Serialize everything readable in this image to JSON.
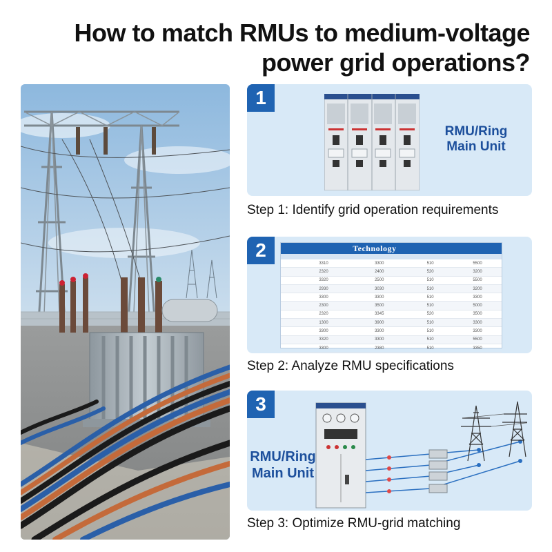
{
  "title": {
    "line1": "How to match RMUs to medium-voltage",
    "line2": "power grid operations?"
  },
  "steps": [
    {
      "number": "1",
      "caption": "Step 1: Identify grid operation requirements",
      "label_line1": "RMU/Ring",
      "label_line2": "Main Unit"
    },
    {
      "number": "2",
      "caption": "Step 2: Analyze RMU specifications"
    },
    {
      "number": "3",
      "caption": "Step 3: Optimize RMU-grid matching",
      "label_line1": "RMU/Ring",
      "label_line2": "Main Unit"
    }
  ],
  "spec_table": {
    "headers": [
      "Technology"
    ],
    "rows": [
      [
        "",
        "3310",
        "3300",
        "510",
        "5500"
      ],
      [
        "",
        "2320",
        "2400",
        "520",
        "3200"
      ],
      [
        "",
        "3320",
        "2500",
        "510",
        "5500"
      ],
      [
        "",
        "2930",
        "3030",
        "510",
        "3200"
      ],
      [
        "",
        "3300",
        "3300",
        "510",
        "3300"
      ],
      [
        "",
        "2300",
        "3500",
        "510",
        "5000"
      ],
      [
        "",
        "2320",
        "3345",
        "520",
        "3500"
      ],
      [
        "",
        "1300",
        "3900",
        "510",
        "3300"
      ],
      [
        "",
        "3300",
        "3300",
        "510",
        "3300"
      ],
      [
        "",
        "3320",
        "3300",
        "510",
        "5500"
      ],
      [
        "",
        "3300",
        "2380",
        "510",
        "3350"
      ]
    ]
  },
  "colors": {
    "accent": "#1f63b2",
    "card_bg": "#d8e9f7",
    "label": "#1c4f9c"
  }
}
